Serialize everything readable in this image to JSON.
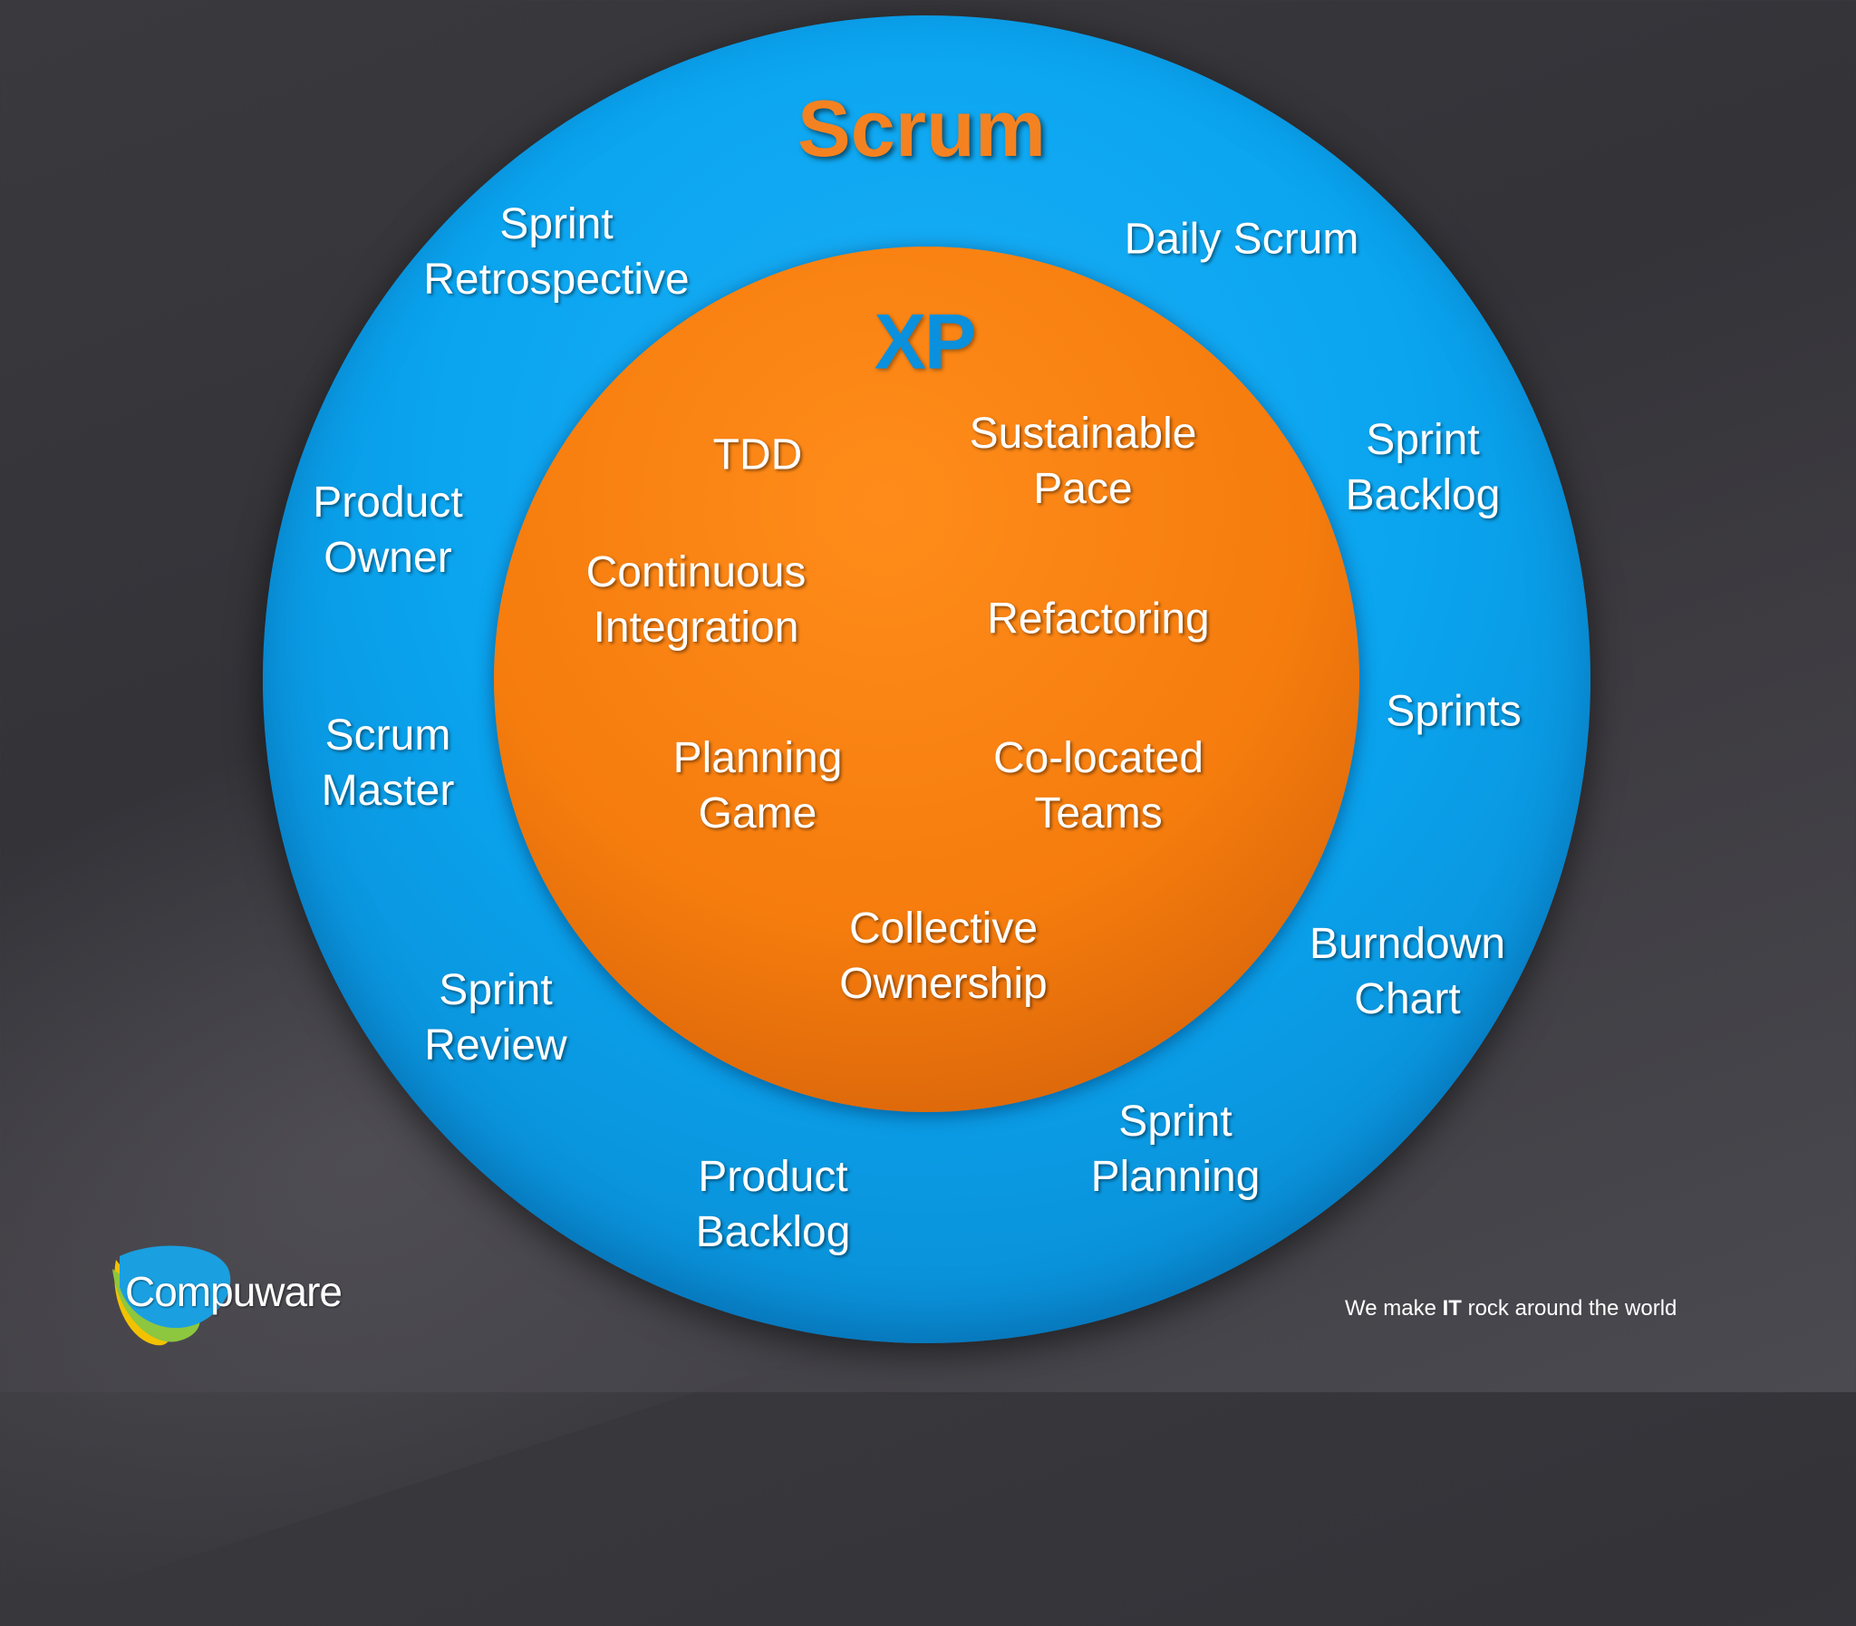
{
  "diagram": {
    "outer": {
      "title": "Scrum",
      "items": [
        "Sprint\nRetrospective",
        "Daily Scrum",
        "Product\nOwner",
        "Sprint\nBacklog",
        "Scrum\nMaster",
        "Sprints",
        "Burndown\nChart",
        "Sprint\nReview",
        "Sprint\nPlanning",
        "Product\nBacklog"
      ]
    },
    "inner": {
      "title": "XP",
      "items": [
        "TDD",
        "Sustainable\nPace",
        "Continuous\nIntegration",
        "Refactoring",
        "Planning\nGame",
        "Co-located\nTeams",
        "Collective\nOwnership"
      ]
    }
  },
  "footer": {
    "logo_text": "Compuware",
    "tagline_pre": "We make ",
    "tagline_bold": "IT",
    "tagline_post": " rock around the world"
  },
  "colors": {
    "outer_circle": "#0aa4ef",
    "inner_circle": "#f57c0d",
    "scrum_title": "#f58220",
    "xp_title": "#0a90dd",
    "background": "#38373c"
  }
}
